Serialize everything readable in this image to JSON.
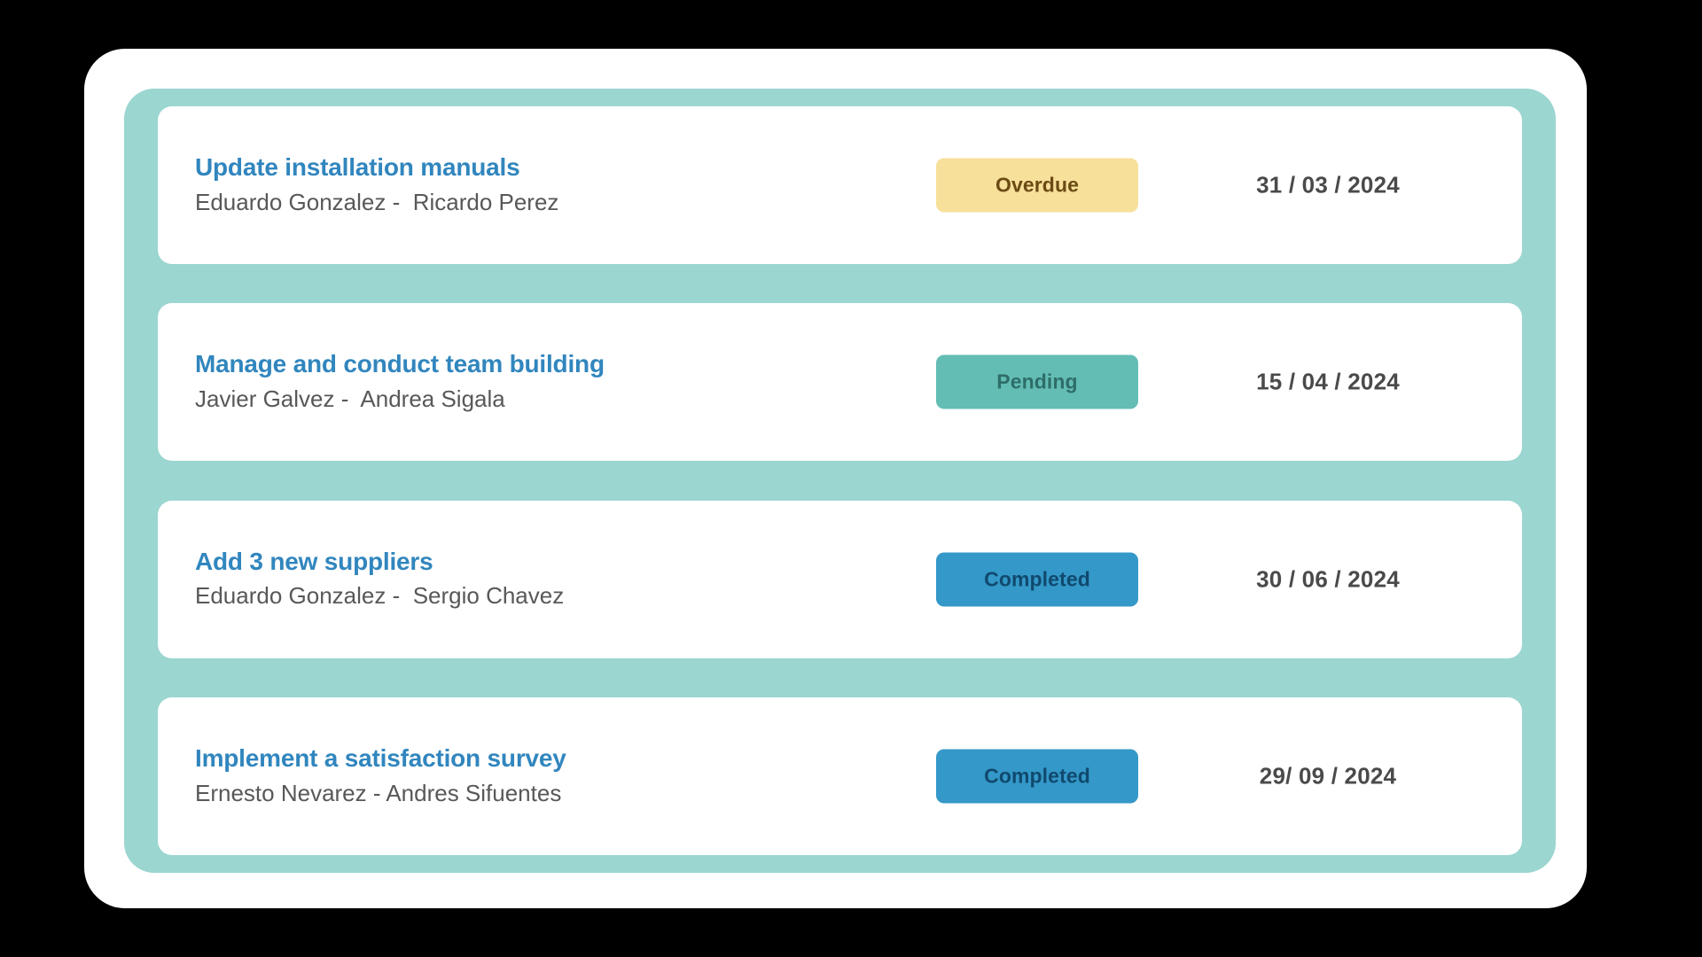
{
  "theme": {
    "background": "#000000",
    "card_background": "#ffffff",
    "panel_teal": "#9BD6D0",
    "title_blue": "#3186BE",
    "people_gray": "#585858",
    "date_gray": "#4A4A4A"
  },
  "task_list": {
    "rows": [
      {
        "title": "Update installation manuals",
        "people": "Eduardo Gonzalez -  Ricardo Perez",
        "status": {
          "label": "Overdue",
          "variant": "overdue",
          "bg": "#F7E09A",
          "fg": "#6B4A14"
        },
        "due_date": "31 / 03 / 2024"
      },
      {
        "title": "Manage and conduct team building",
        "people": "Javier Galvez -  Andrea Sigala",
        "status": {
          "label": "Pending",
          "variant": "pending",
          "bg": "#63BDB5",
          "fg": "#2E6E68"
        },
        "due_date": "15 / 04 / 2024"
      },
      {
        "title": "Add 3 new suppliers",
        "people": "Eduardo Gonzalez -  Sergio Chavez",
        "status": {
          "label": "Completed",
          "variant": "completed",
          "bg": "#3498C8",
          "fg": "#10496E"
        },
        "due_date": "30 / 06 / 2024"
      },
      {
        "title": "Implement a satisfaction survey",
        "people": "Ernesto Nevarez - Andres Sifuentes",
        "status": {
          "label": "Completed",
          "variant": "completed",
          "bg": "#3498C8",
          "fg": "#10496E"
        },
        "due_date": "29/ 09 / 2024"
      }
    ]
  }
}
